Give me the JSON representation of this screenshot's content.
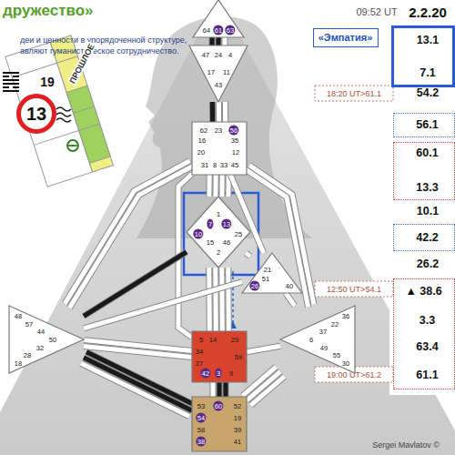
{
  "diagram": {
    "title": "дружество»",
    "nodes": [
      {
        "text": [
          "64",
          "61",
          "63"
        ]
      },
      {
        "text": [
          "47",
          "24",
          "4",
          "17",
          "43",
          "11"
        ]
      },
      {
        "text": [
          "«Эмпатия»"
        ]
      },
      {
        "text": [
          "13.1",
          "7.1"
        ]
      },
      {
        "text": [
          "13"
        ]
      },
      {
        "text": [
          "62",
          "23",
          "56",
          "16",
          "35",
          "20",
          "31",
          "8",
          "33",
          "45",
          "12"
        ]
      },
      {
        "text": [
          "56.1"
        ]
      },
      {
        "text": [
          "60.1",
          "13.3"
        ]
      },
      {
        "text": [
          "1",
          "7",
          "13",
          "10",
          "25",
          "15",
          "2",
          "46"
        ]
      },
      {
        "text": [
          "42.2"
        ]
      },
      {
        "text": [
          "21",
          "51",
          "26",
          "40"
        ]
      },
      {
        "text": [
          "▲ 38.6",
          "3.3",
          "63.4",
          "61.1"
        ]
      },
      {
        "text": [
          "48",
          "57",
          "44",
          "50",
          "32",
          "28",
          "18"
        ]
      },
      {
        "text": [
          "36",
          "22",
          "37",
          "6",
          "49",
          "55",
          "30"
        ]
      },
      {
        "text": [
          "5",
          "14",
          "29",
          "34",
          "27",
          "59",
          "42",
          "3",
          "9"
        ]
      },
      {
        "text": [
          "53",
          "60",
          "52",
          "54",
          "19",
          "58",
          "39",
          "38",
          "41"
        ]
      }
    ],
    "edges": [
      {
        "from": 0,
        "to": 1,
        "arrow": "none"
      },
      {
        "from": 0,
        "to": 1,
        "arrow": "none"
      },
      {
        "from": 0,
        "to": 1,
        "arrow": "none"
      },
      {
        "from": 1,
        "to": 5,
        "arrow": "none"
      },
      {
        "from": 1,
        "to": 5,
        "arrow": "none"
      },
      {
        "from": 1,
        "to": 5,
        "arrow": "none"
      },
      {
        "from": 5,
        "to": 8,
        "arrow": "none"
      },
      {
        "from": 5,
        "to": 8,
        "arrow": "none"
      },
      {
        "from": 5,
        "to": 8,
        "arrow": "none"
      },
      {
        "from": 5,
        "to": 8,
        "arrow": "none"
      },
      {
        "from": 5,
        "to": 14,
        "arrow": "none"
      },
      {
        "from": 5,
        "to": 12,
        "arrow": "none"
      },
      {
        "from": 5,
        "to": 12,
        "arrow": "none"
      },
      {
        "from": 5,
        "to": 13,
        "arrow": "none"
      },
      {
        "from": 5,
        "to": 13,
        "arrow": "none"
      },
      {
        "from": 5,
        "to": 10,
        "arrow": "none"
      },
      {
        "from": 8,
        "to": 10,
        "arrow": "none"
      },
      {
        "from": 8,
        "to": 14,
        "arrow": "none"
      },
      {
        "from": 8,
        "to": 14,
        "arrow": "none"
      },
      {
        "from": 8,
        "to": 14,
        "arrow": "none"
      },
      {
        "from": 8,
        "to": 14,
        "arrow": "none"
      },
      {
        "from": 8,
        "to": 12,
        "arrow": "none"
      },
      {
        "from": 10,
        "to": 12,
        "arrow": "none"
      },
      {
        "from": 10,
        "to": 13,
        "arrow": "none"
      },
      {
        "from": 14,
        "to": 12,
        "arrow": "none"
      },
      {
        "from": 14,
        "to": 12,
        "arrow": "none"
      },
      {
        "from": 14,
        "to": 13,
        "arrow": "none"
      },
      {
        "from": 14,
        "to": 15,
        "arrow": "none"
      },
      {
        "from": 14,
        "to": 15,
        "arrow": "none"
      },
      {
        "from": 14,
        "to": 15,
        "arrow": "none"
      },
      {
        "from": 15,
        "to": 12,
        "arrow": "none"
      },
      {
        "from": 15,
        "to": 12,
        "arrow": "none"
      },
      {
        "from": 15,
        "to": 12,
        "arrow": "none"
      },
      {
        "from": 15,
        "to": 13,
        "arrow": "none"
      },
      {
        "from": 15,
        "to": 13,
        "arrow": "none"
      },
      {
        "from": 15,
        "to": 13,
        "arrow": "none"
      }
    ],
    "labels": [
      "деи и ценности в упорядоченной структуре,",
      "авляют гуманистическое сотрудничество.",
      "09:52 UT",
      "2.2.20",
      "18:20 UT>61.1",
      "54.2",
      "10.1",
      "26.2",
      "12:50 UT>54.1",
      "19:00 UT>61.2",
      "ПРОШЛОЕ",
      "19",
      "Sergei Mavlatov ©"
    ]
  }
}
